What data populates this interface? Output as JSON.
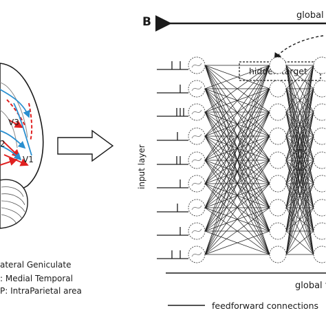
{
  "panel_label": "B",
  "global_top_label": "global",
  "global_bottom_label": "global f",
  "hidden_target_label": "hidden target",
  "input_layer_label": "input layer",
  "area_labels": {
    "v3": "V3",
    "v1": "V1",
    "v2": "2"
  },
  "legend_lines": [
    "ateral Geniculate",
    ": Medial Temporal",
    "P: IntraParietal area"
  ],
  "feedforward_label": "feedforward connections",
  "colors": {
    "feedforward": "#ff2a2a",
    "feedback": "#2a9bd8",
    "line": "#1a1a1a"
  }
}
